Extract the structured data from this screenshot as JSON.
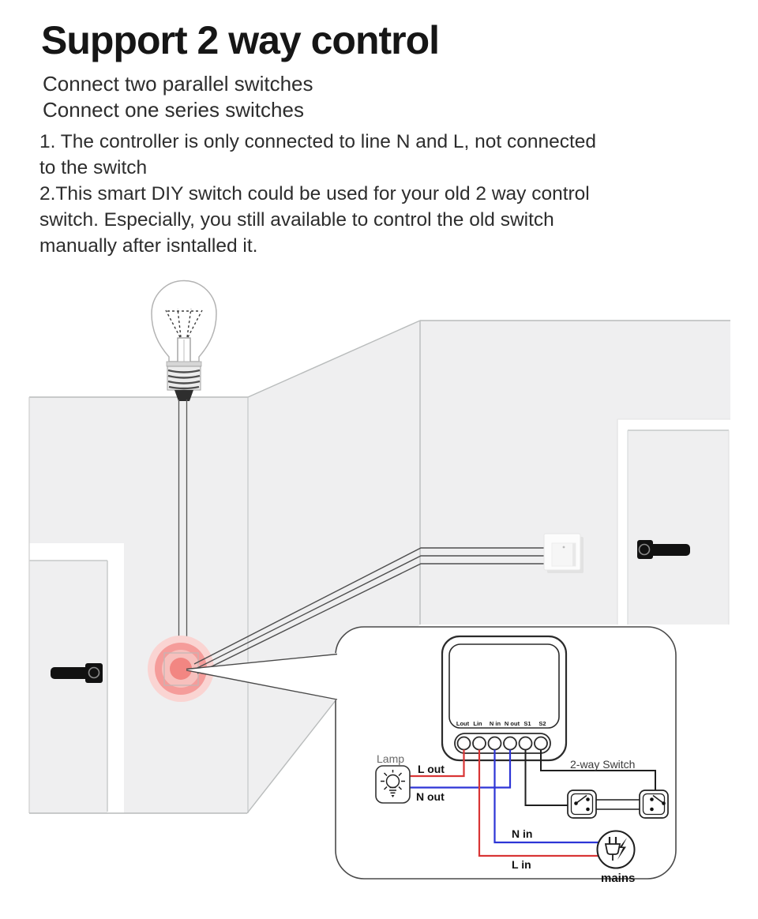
{
  "header": {
    "title": "Support 2 way control",
    "subtitle_lines": [
      "Connect two parallel switches",
      "Connect one series switches"
    ],
    "note_lines": [
      "1. The controller is only connected to line N and L, not connected",
      "to the switch",
      "2.This smart DIY switch could be used for your old 2 way control",
      "switch. Especially, you still available to control the old switch",
      "manually after isntalled it."
    ]
  },
  "diagram": {
    "terminals": [
      "Lout",
      "Lin",
      "N in",
      "N out",
      "S1",
      "S2"
    ],
    "labels": {
      "lamp": "Lamp",
      "l_out": "L out",
      "n_out": "N out",
      "n_in": "N in",
      "l_in": "L in",
      "two_way_switch": "2-way Switch",
      "mains": "mains"
    },
    "colors": {
      "live_wire": "#d93535",
      "neutral_wire": "#2d35d6",
      "signal_wire": "#1f1f1f",
      "glow_center": "#f28682",
      "wall_fill": "#efeff0"
    }
  }
}
